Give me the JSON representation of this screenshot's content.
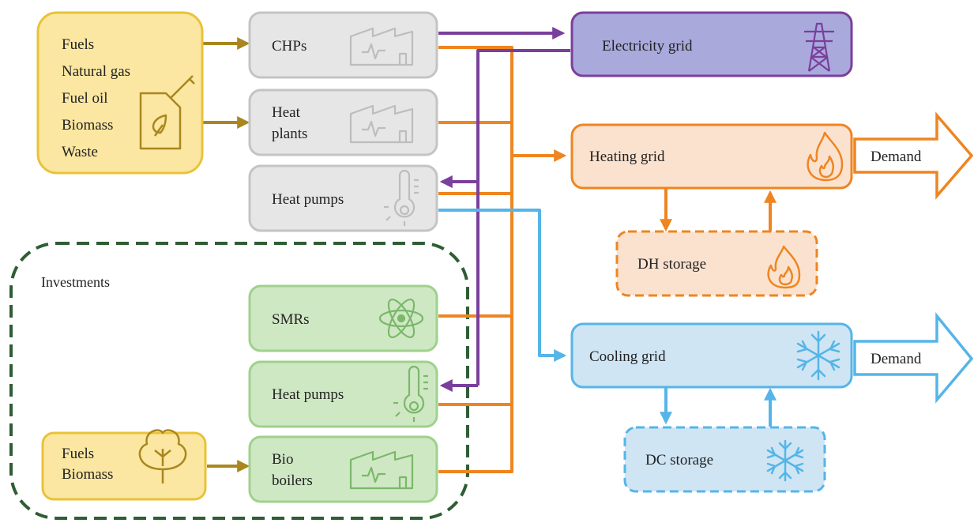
{
  "fuels_main": {
    "items": [
      "Fuels",
      "Natural gas",
      "Fuel oil",
      "Biomass",
      "Waste"
    ]
  },
  "plants": {
    "chp": "CHPs",
    "heat_plants": [
      "Heat",
      "plants"
    ],
    "heat_pumps": "Heat pumps"
  },
  "grids": {
    "electricity": "Electricity grid",
    "heating": "Heating grid",
    "cooling": "Cooling grid"
  },
  "storage": {
    "dh": "DH storage",
    "dc": "DC storage"
  },
  "demand": {
    "heating": "Demand",
    "cooling": "Demand"
  },
  "investments": {
    "title": "Investments",
    "smrs": "SMRs",
    "heat_pumps": "Heat pumps",
    "bio_boilers": [
      "Bio",
      "boilers"
    ],
    "fuels": [
      "Fuels",
      "Biomass"
    ]
  },
  "icons": {
    "factory": "factory-icon",
    "thermometer": "thermometer-icon",
    "atom": "atom-icon",
    "fuel_can": "fuel-can-icon",
    "tree": "tree-icon",
    "pylon": "pylon-icon",
    "flame": "flame-icon",
    "snowflake": "snowflake-icon"
  },
  "colors": {
    "fuel_fill": "#fbe7a1",
    "fuel_stroke": "#e8c33a",
    "gray_fill": "#e6e6e6",
    "gray_stroke": "#c4c4c4",
    "green_fill": "#cfe8c4",
    "green_stroke": "#9fd18c",
    "elec_fill": "#a9a9dc",
    "elec_stroke": "#7a3f9c",
    "heat_fill": "#fbe2cf",
    "heat_stroke": "#ee8521",
    "cool_fill": "#cfe5f4",
    "cool_stroke": "#55b5e8",
    "fuel_arrow": "#a9861f",
    "investments_border": "#2f5d35"
  }
}
